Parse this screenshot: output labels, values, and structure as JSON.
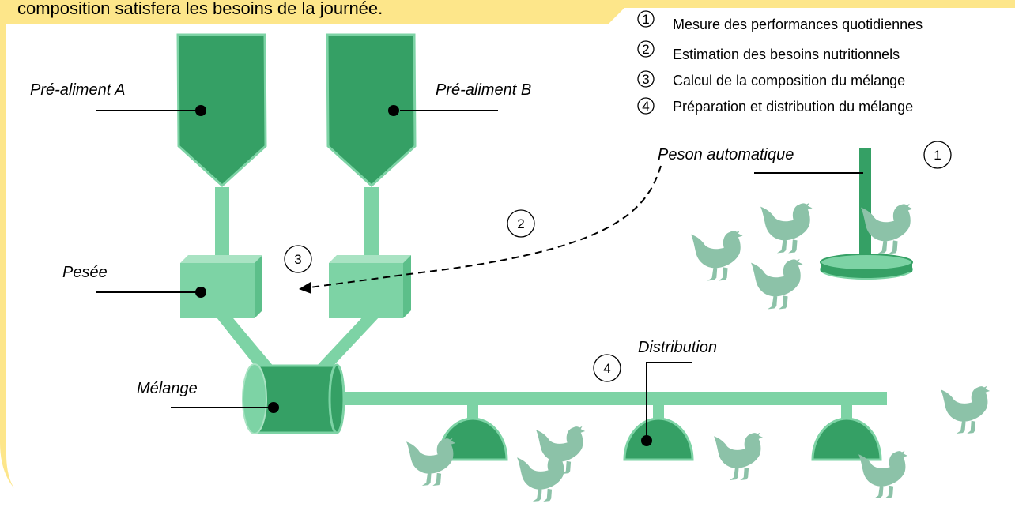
{
  "header": {
    "text": "composition satisfera les besoins de la journée."
  },
  "legend": [
    {
      "num": "1",
      "text": "Mesure des performances quotidiennes"
    },
    {
      "num": "2",
      "text": "Estimation des besoins nutritionnels"
    },
    {
      "num": "3",
      "text": "Calcul de la composition du mélange"
    },
    {
      "num": "4",
      "text": "Préparation et distribution du mélange"
    }
  ],
  "labels": {
    "pre_aliment_a": "Pré-aliment A",
    "pre_aliment_b": "Pré-aliment B",
    "pesee": "Pesée",
    "melange": "Mélange",
    "peson": "Peson automatique",
    "distribution": "Distribution"
  },
  "steps": {
    "s1": "1",
    "s2": "2",
    "s3": "3",
    "s4": "4"
  },
  "colors": {
    "dark_green": "#35a065",
    "light_green": "#7dd3a5",
    "chicken": "#8cc2a8",
    "yellow": "#fde68a",
    "line": "#000000"
  }
}
